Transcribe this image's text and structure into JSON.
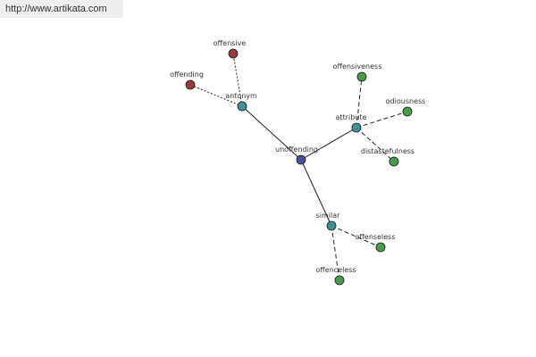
{
  "site_url": "http://www.artikata.com",
  "colors": {
    "center": "#4a4f9a",
    "relation": "#3f8f93",
    "antonym_leaf": "#9b3a3a",
    "synonym_leaf": "#4c9a4c",
    "edge": "#222222"
  },
  "graph": {
    "center": {
      "id": "unoffending",
      "label": "unoffending"
    },
    "relations": [
      {
        "id": "antonym",
        "label": "antonym",
        "leaves": [
          {
            "id": "offensive",
            "label": "offensive",
            "kind": "antonym_leaf"
          },
          {
            "id": "offending",
            "label": "offending",
            "kind": "antonym_leaf"
          }
        ]
      },
      {
        "id": "attribute",
        "label": "attribute",
        "leaves": [
          {
            "id": "offensiveness",
            "label": "offensiveness",
            "kind": "synonym_leaf"
          },
          {
            "id": "odiousness",
            "label": "odiousness",
            "kind": "synonym_leaf"
          },
          {
            "id": "distastefulness",
            "label": "distastefulness",
            "kind": "synonym_leaf"
          }
        ]
      },
      {
        "id": "similar",
        "label": "similar",
        "leaves": [
          {
            "id": "offenseless",
            "label": "offenseless",
            "kind": "synonym_leaf"
          },
          {
            "id": "offenceless",
            "label": "offenceless",
            "kind": "synonym_leaf"
          }
        ]
      }
    ]
  }
}
